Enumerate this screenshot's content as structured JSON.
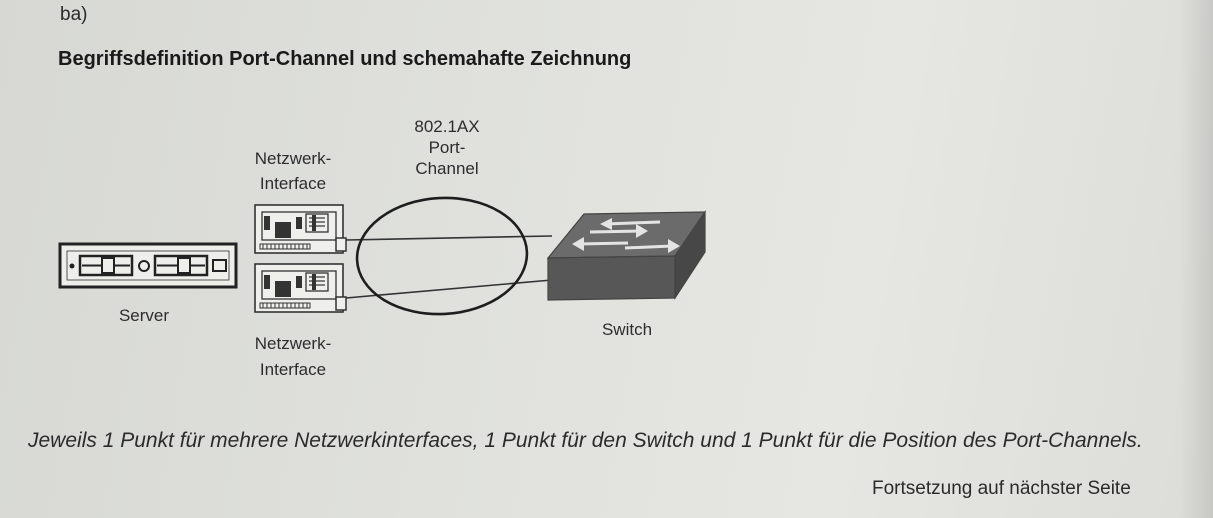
{
  "section_label": "ba)",
  "title": "Begriffsdefinition Port-Channel und schemahafte Zeichnung",
  "diagram": {
    "port_channel_label": [
      "802.1AX",
      "Port-",
      "Channel"
    ],
    "nic_top_label": [
      "Netzwerk-",
      "Interface"
    ],
    "nic_bottom_label": [
      "Netzwerk-",
      "Interface"
    ],
    "server_label": "Server",
    "switch_label": "Switch"
  },
  "description": "Jeweils 1 Punkt für mehrere Netzwerkinterfaces, 1 Punkt für den Switch und 1 Punkt für die Position des Port-Channels.",
  "footer": "Fortsetzung auf nächster Seite"
}
